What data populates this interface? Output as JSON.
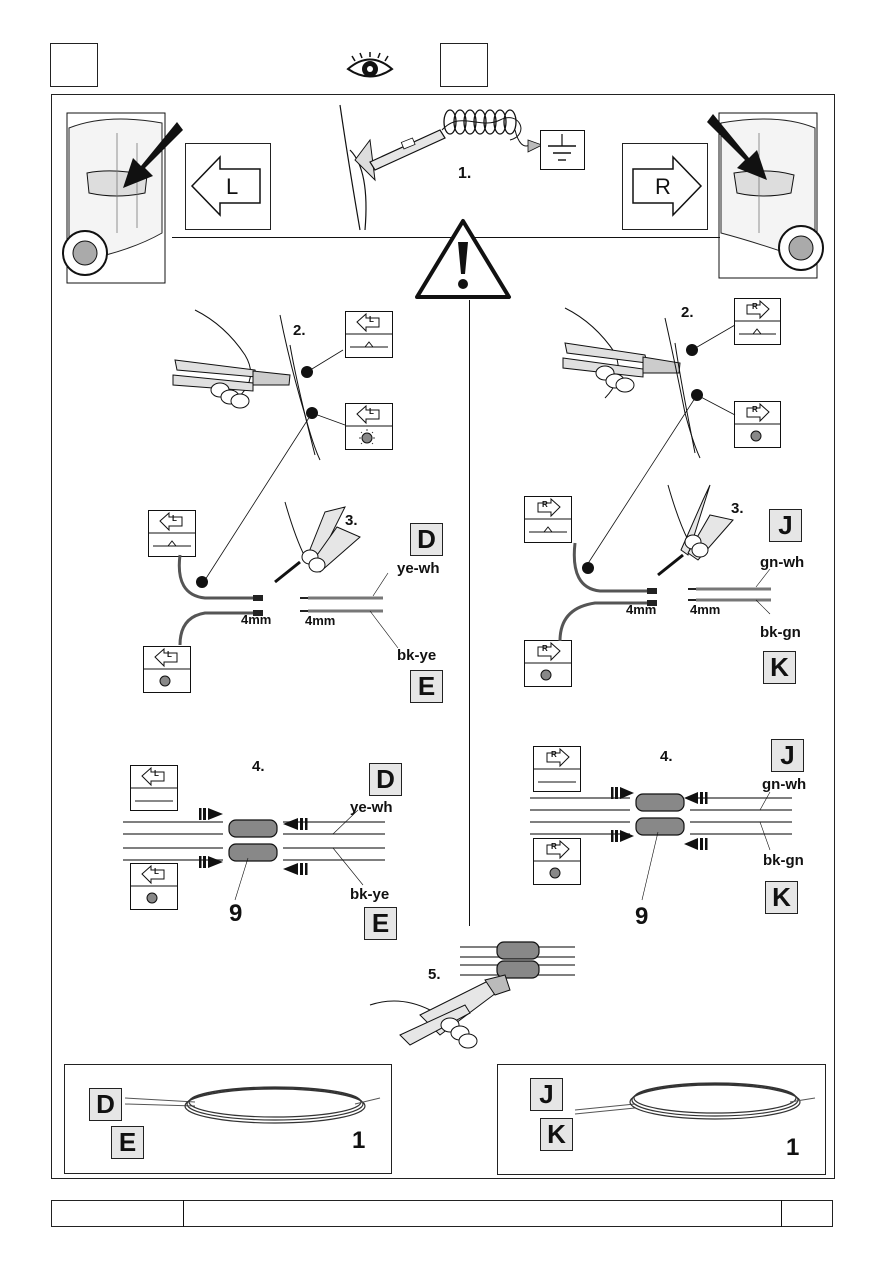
{
  "steps": {
    "s1": "1.",
    "s2l": "2.",
    "s2r": "2.",
    "s3l": "3.",
    "s3r": "3.",
    "s4l": "4.",
    "s4r": "4.",
    "s5": "5."
  },
  "side_labels": {
    "left": "L",
    "right": "R",
    "small_left": "L",
    "small_right": "R"
  },
  "strip": {
    "left": "4mm",
    "right": "4mm"
  },
  "left_side": {
    "d": "D",
    "e": "E",
    "wire_top": "ye-wh",
    "wire_bottom": "bk-ye",
    "connector_count": "9",
    "kit": {
      "d": "D",
      "e": "E",
      "qty": "1"
    }
  },
  "right_side": {
    "j": "J",
    "k": "K",
    "wire_top": "gn-wh",
    "wire_bottom": "bk-gn",
    "connector_count": "9",
    "kit": {
      "j": "J",
      "k": "K",
      "qty": "1"
    }
  },
  "footer": {
    "left": "",
    "center": "",
    "right": ""
  }
}
